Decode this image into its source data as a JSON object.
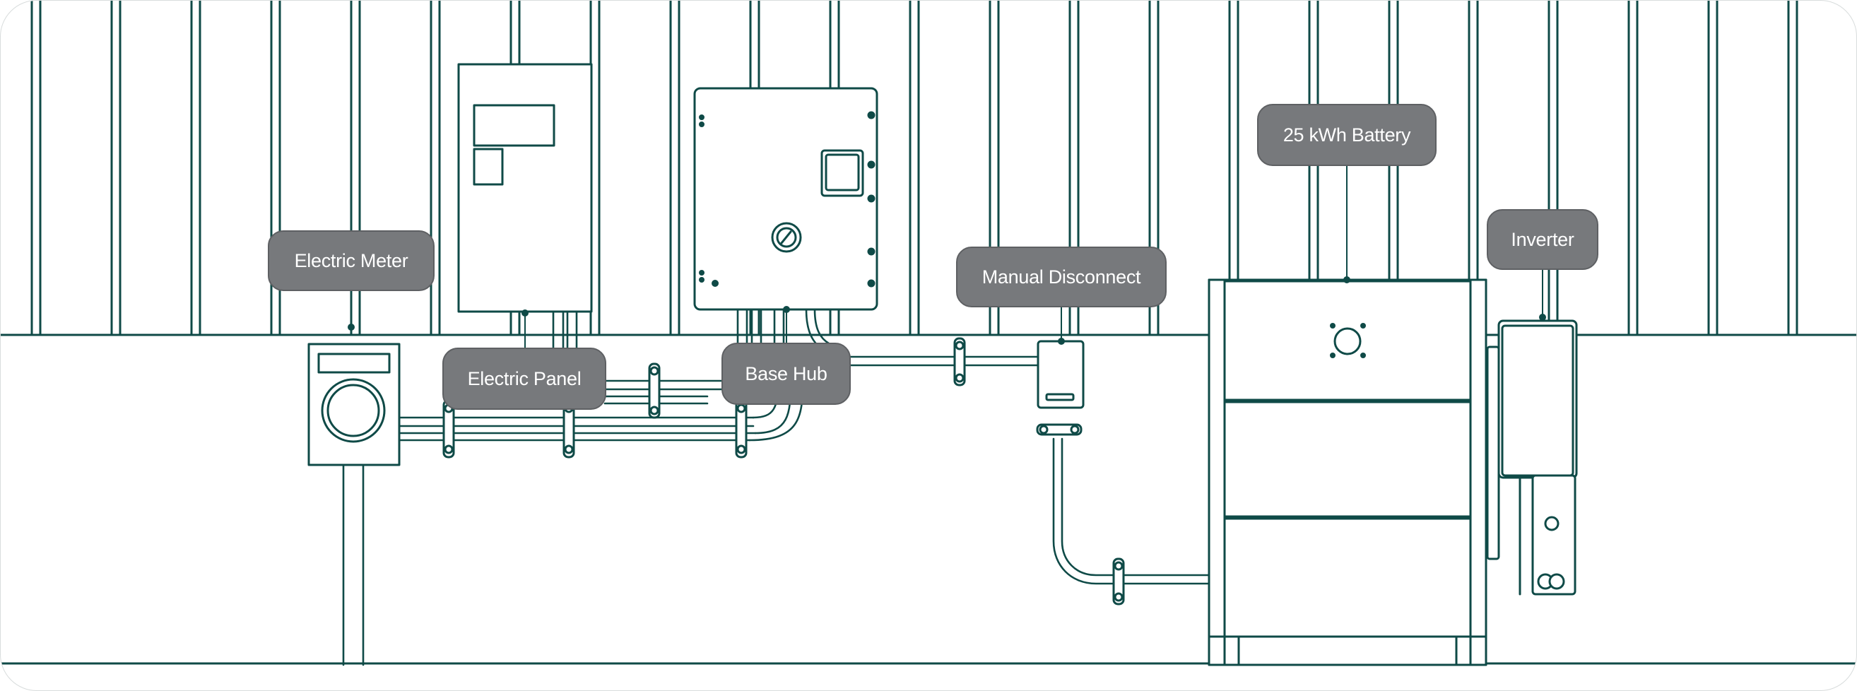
{
  "colors": {
    "line": "#0f4a47",
    "fill": "#ffffff",
    "label_bg": "#77797c",
    "label_text": "#ffffff"
  },
  "labels": {
    "electric_meter": "Electric Meter",
    "electric_panel": "Electric Panel",
    "base_hub": "Base Hub",
    "manual_disconnect": "Manual Disconnect",
    "battery": "25 kWh Battery",
    "inverter": "Inverter"
  }
}
